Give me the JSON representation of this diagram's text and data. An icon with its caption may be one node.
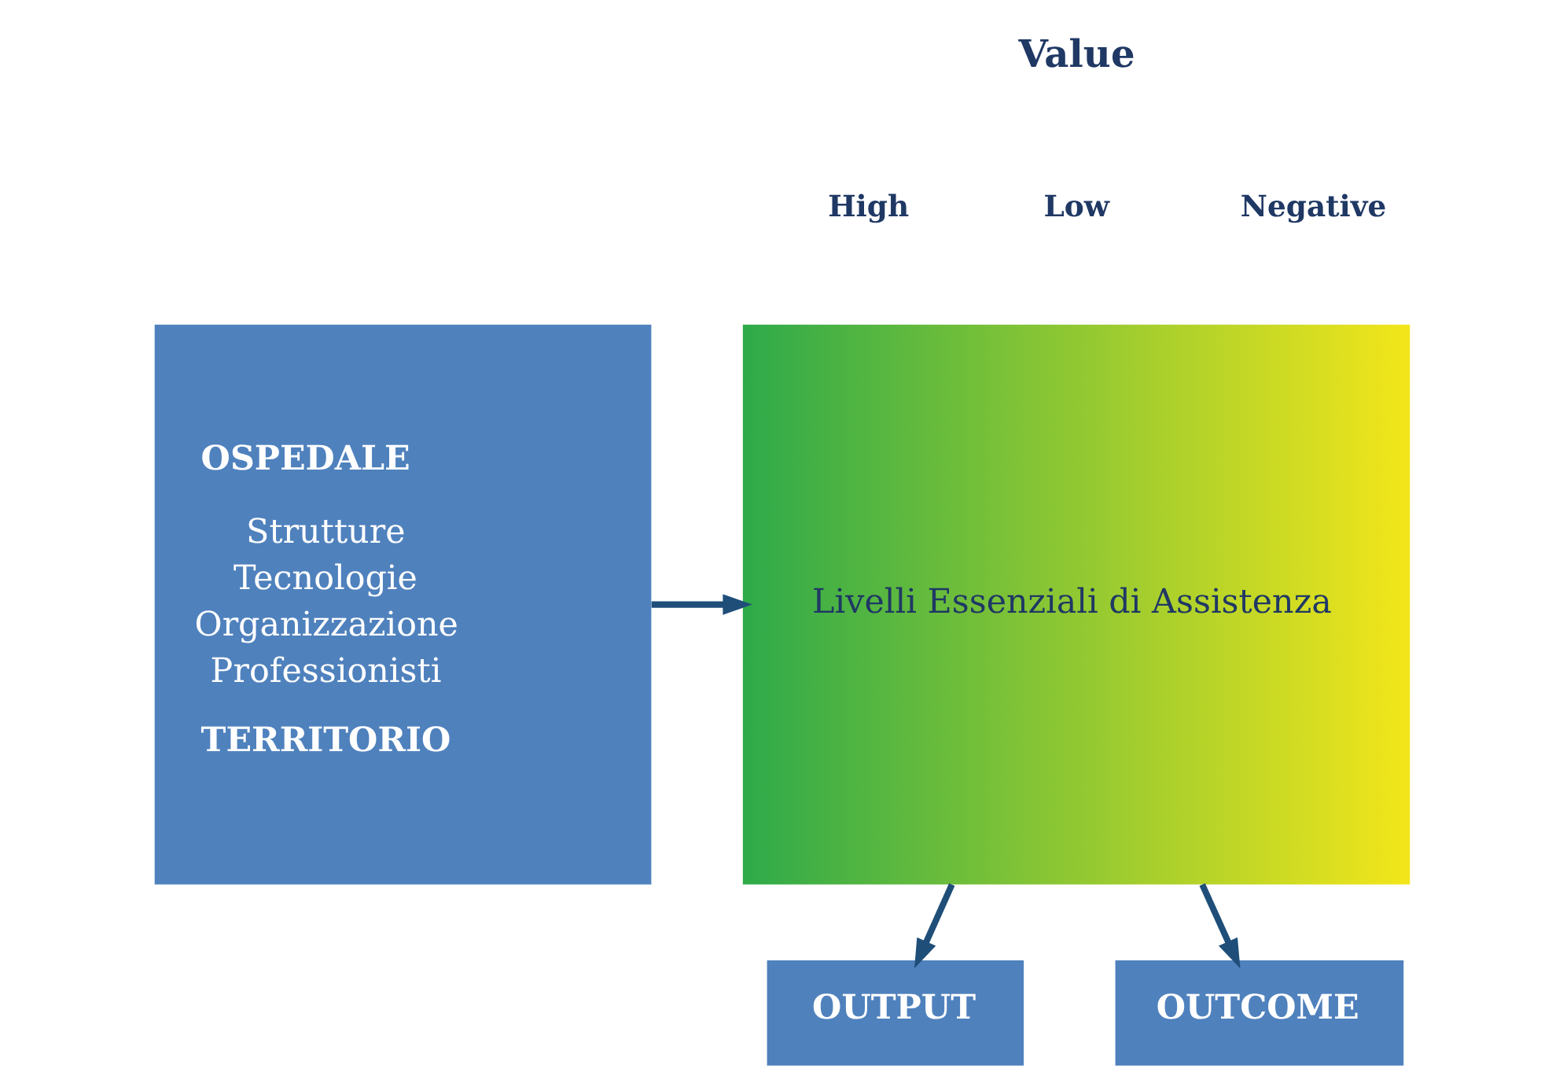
{
  "diagram": {
    "nodes": [
      {
        "text": [
          "OSPEDALE",
          "Strutture",
          "Tecnologie",
          "Organizzazione",
          "Professionisti",
          "TERRITORIO"
        ]
      },
      {
        "text": [
          "Livelli Essenziali di Assistenza"
        ]
      },
      {
        "text": [
          "OUTPUT"
        ]
      },
      {
        "text": [
          "OUTCOME"
        ]
      }
    ],
    "edges": [
      {
        "from": 0,
        "to": 1,
        "arrow": "to"
      },
      {
        "from": 1,
        "to": 2,
        "arrow": "to"
      },
      {
        "from": 1,
        "to": 3,
        "arrow": "to"
      }
    ],
    "labels": [
      "Value",
      "High",
      "Low",
      "Negative"
    ]
  }
}
